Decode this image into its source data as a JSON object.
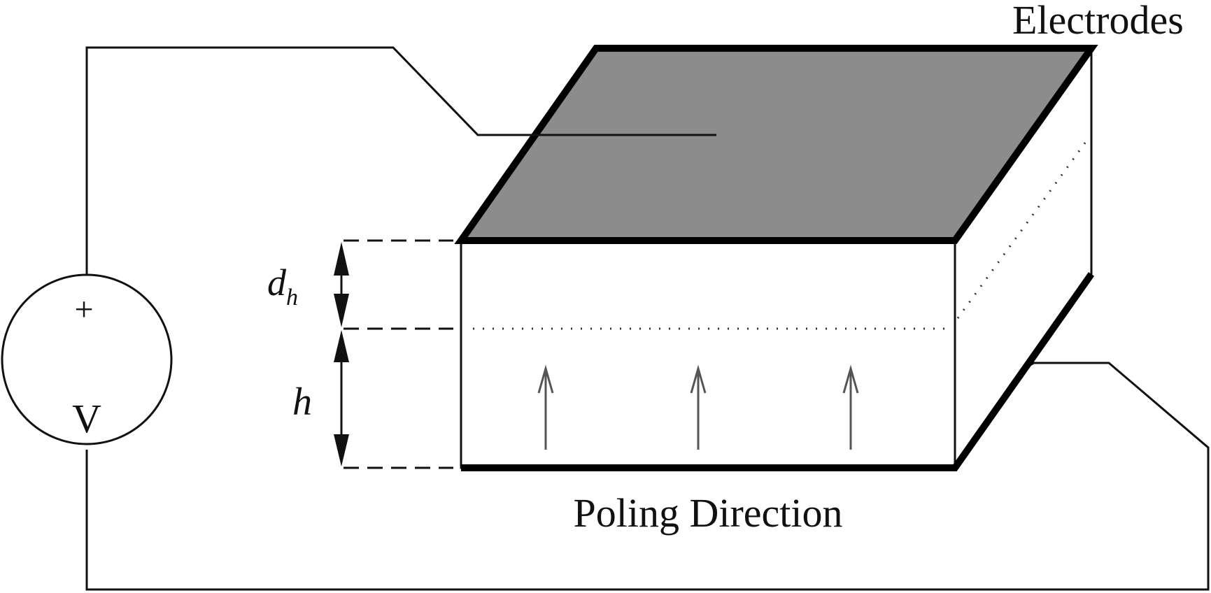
{
  "labels": {
    "electrodes": "Electrodes",
    "voltage_plus": "+",
    "voltage_symbol": "V",
    "depth_var": "d",
    "depth_sub": "h",
    "height_var": "h",
    "poling_direction": "Poling Direction"
  },
  "colors": {
    "electrode_fill": "#8c8c8c",
    "line": "#111111",
    "arrow": "#555555",
    "background": "#ffffff"
  }
}
